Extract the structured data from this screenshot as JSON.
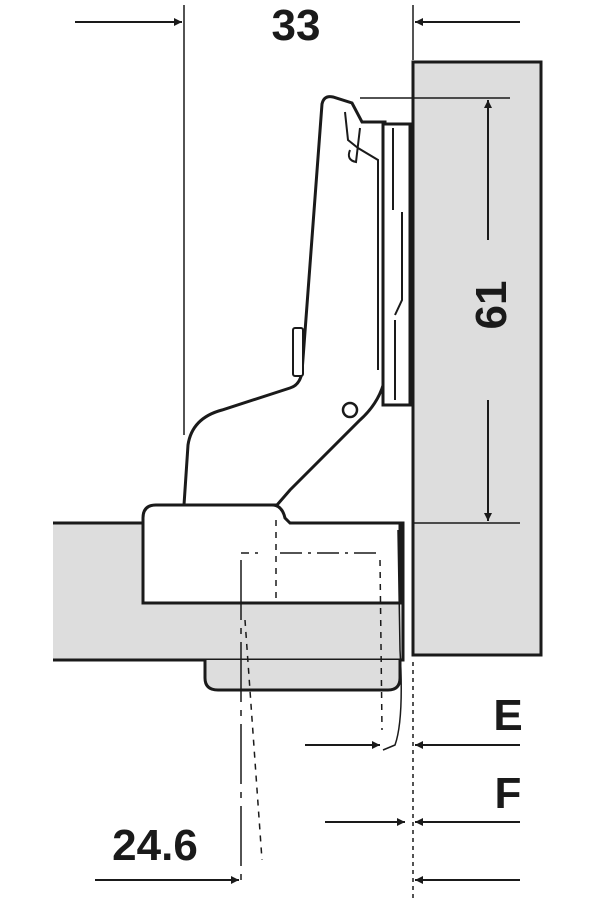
{
  "dimensions": {
    "top_width": "33",
    "plate_height": "61",
    "offset_e": "E",
    "offset_f": "F",
    "cup_distance": "24.6"
  },
  "colors": {
    "line": "#1a1a1a",
    "panel_fill": "#dddddd",
    "part_fill": "#ffffff",
    "background": "#ffffff"
  },
  "icons": {
    "arrowhead": "solid-triangle-arrow"
  }
}
